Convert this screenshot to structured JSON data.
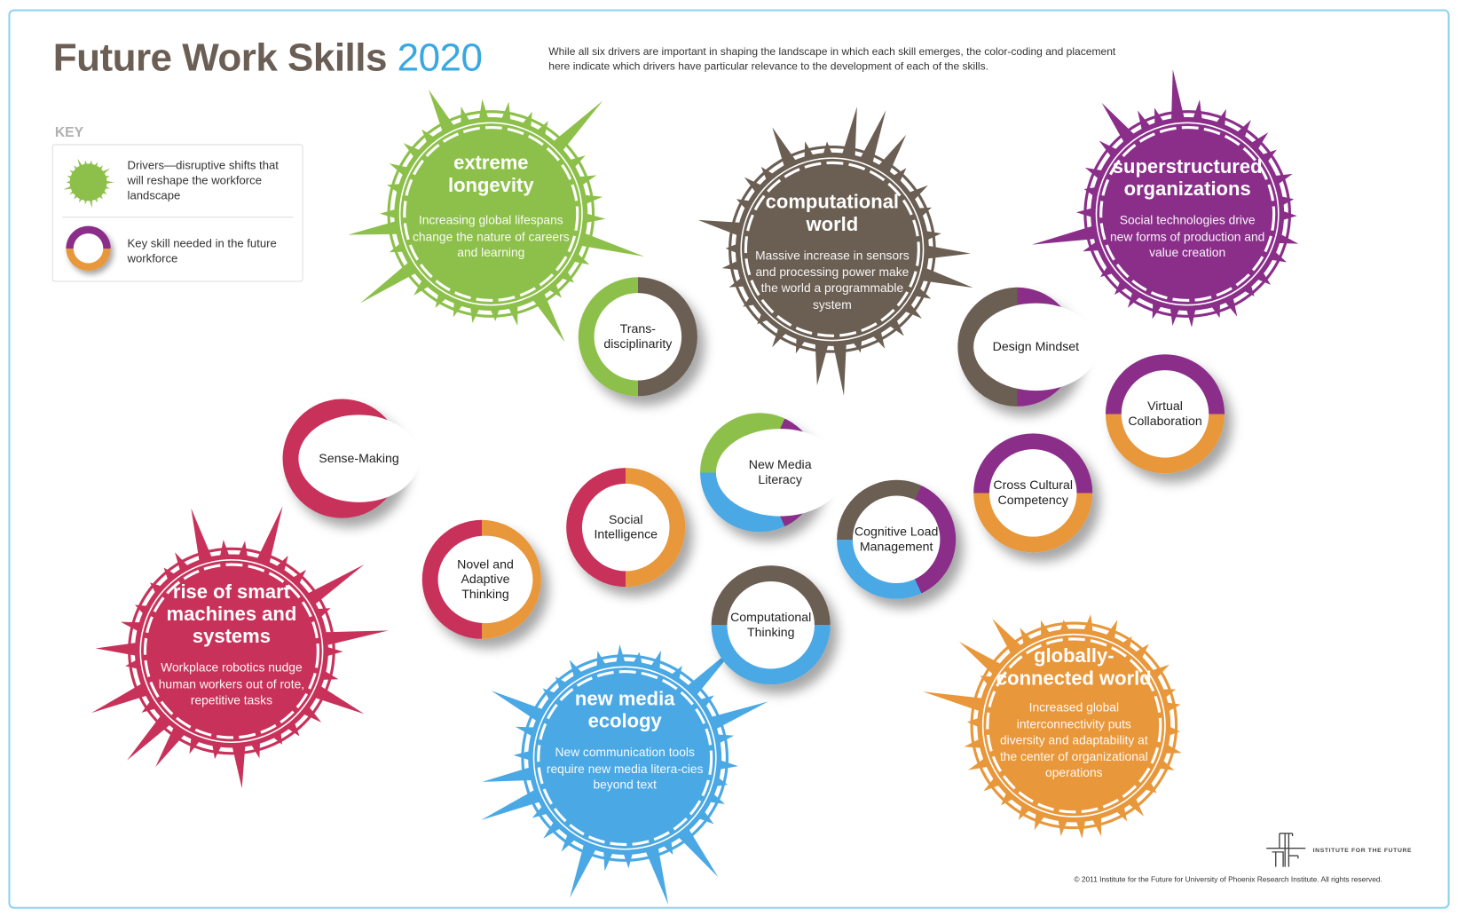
{
  "header": {
    "title": "Future Work Skills",
    "title_year": "2020",
    "intro": "While all six drivers are important in shaping the landscape in which each skill emerges, the color-coding and placement here indicate which drivers have particular relevance to the development of each of the skills."
  },
  "key": {
    "label": "KEY",
    "driver_text": "Drivers—disruptive shifts that will reshape the workforce landscape",
    "skill_text": "Key skill needed in the future workforce"
  },
  "colors": {
    "green": "#8dc04a",
    "brown": "#6b5e53",
    "purple": "#8a2e8a",
    "crimson": "#c8325a",
    "blue": "#4aa8e4",
    "orange": "#e8973a",
    "title": "#6b5f55",
    "accent": "#3aa8e0"
  },
  "drivers": {
    "longevity": {
      "title": "extreme longevity",
      "desc": "Increasing global lifespans change the nature of careers and learning"
    },
    "computational": {
      "title": "computational world",
      "desc": "Massive increase in sensors and processing power make the world a programmable system"
    },
    "superstructured": {
      "title": "superstructured organizations",
      "desc": "Social technologies drive new forms of production and value creation"
    },
    "machines": {
      "title": "rise of smart machines and systems",
      "desc": "Workplace robotics nudge human workers out of rote, repetitive tasks"
    },
    "media": {
      "title": "new media ecology",
      "desc": "New communication tools require new media litera-cies beyond text"
    },
    "global": {
      "title": "globally-connected world",
      "desc": "Increased global interconnectivity puts diversity and adaptability at the center of organizational operations"
    }
  },
  "skills": {
    "transdisciplinarity": "Trans-disciplinarity",
    "sense_making": "Sense-Making",
    "design_mindset": "Design Mindset",
    "virtual_collaboration": "Virtual Collaboration",
    "new_media_literacy": "New Media Literacy",
    "social_intelligence": "Social Intelligence",
    "novel_adaptive": "Novel and Adaptive Thinking",
    "cognitive_load": "Cognitive Load Management",
    "cross_cultural": "Cross Cultural Competency",
    "computational_thinking": "Computational Thinking"
  },
  "footer": {
    "logo_text": "INSTITUTE FOR THE FUTURE",
    "copyright": "© 2011 Institute for the Future for University of Phoenix Research Institute. All rights reserved."
  }
}
